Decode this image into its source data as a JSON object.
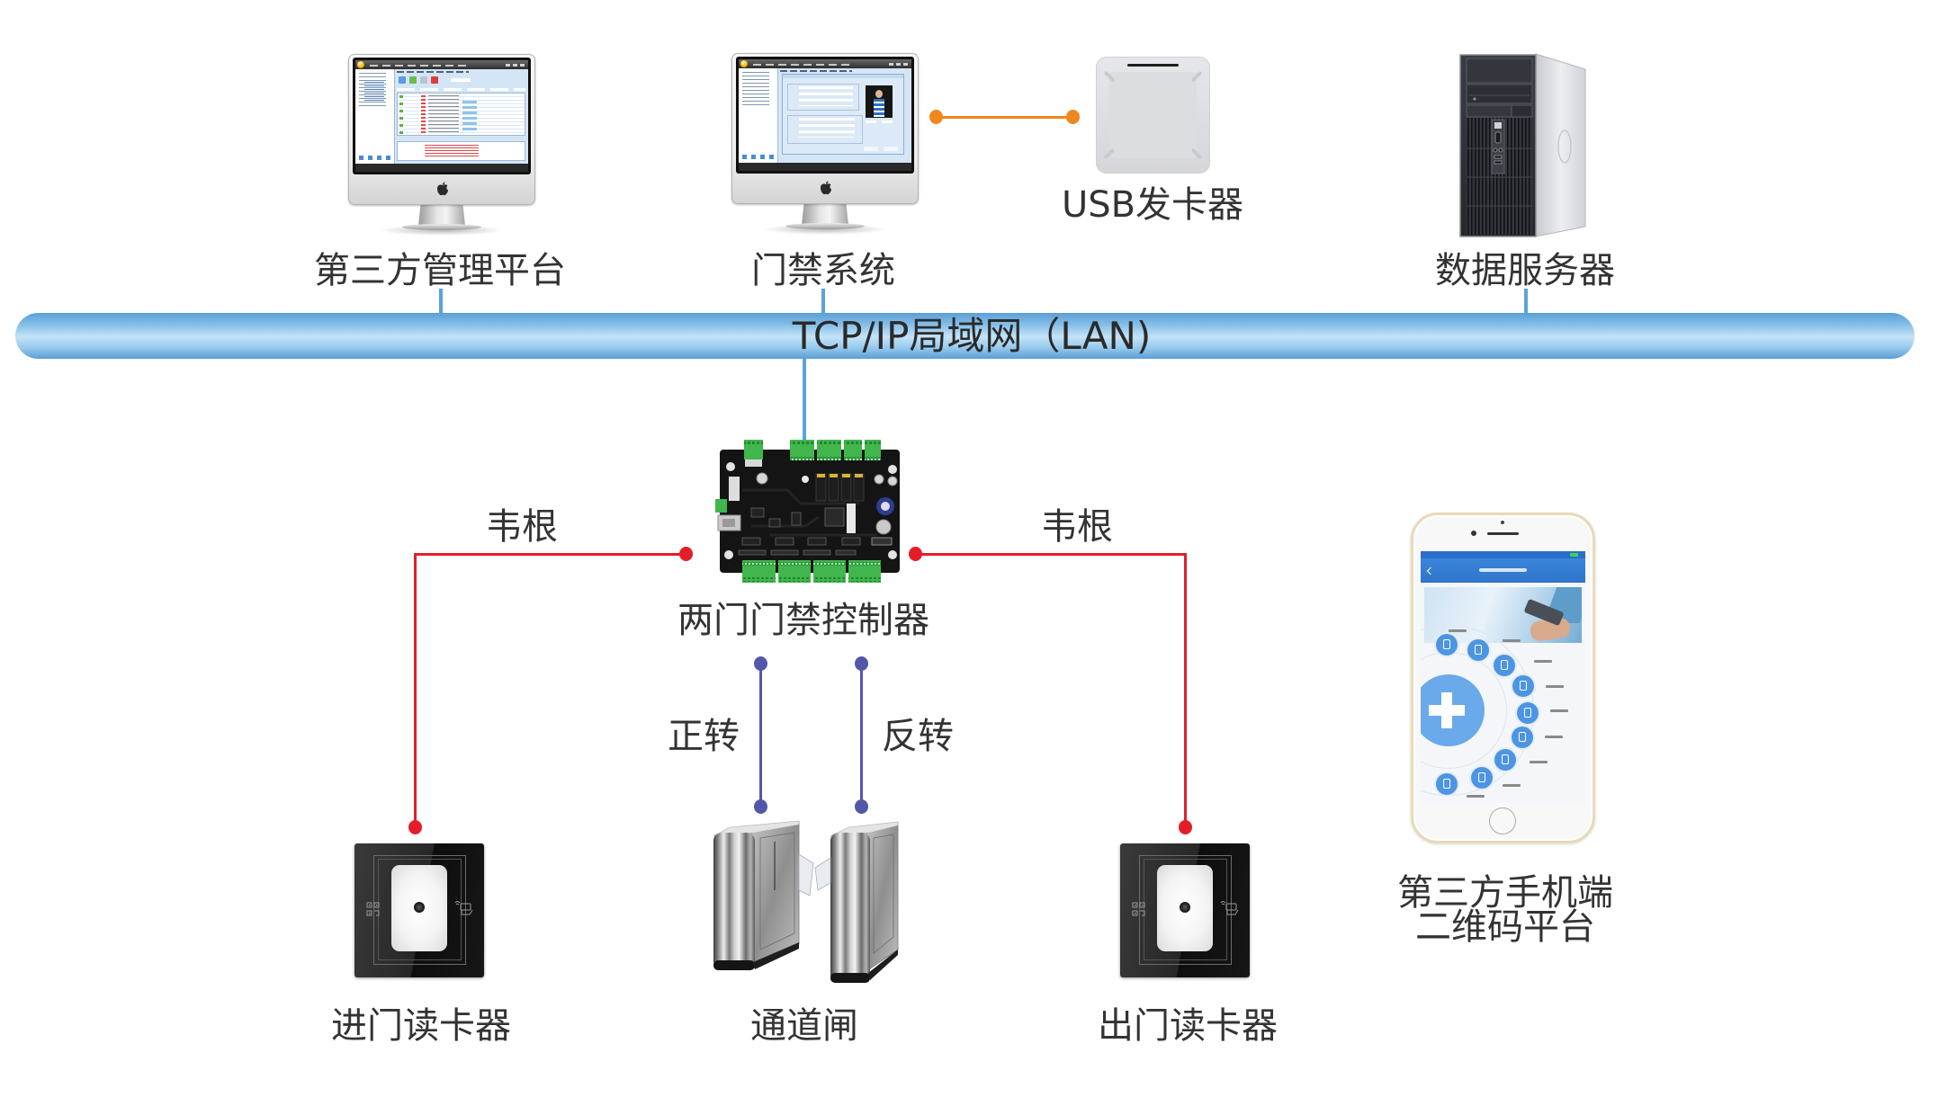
{
  "network": {
    "label": "TCP/IP局域网（LAN)"
  },
  "devices": {
    "third_party_platform": {
      "label": "第三方管理平台"
    },
    "access_control_system": {
      "label": "门禁系统"
    },
    "usb_card_issuer": {
      "label": "USB发卡器"
    },
    "data_server": {
      "label": "数据服务器"
    },
    "controller": {
      "label": "两门门禁控制器"
    },
    "entry_reader": {
      "label": "进门读卡器"
    },
    "turnstile": {
      "label": "通道闸"
    },
    "exit_reader": {
      "label": "出门读卡器"
    },
    "mobile_platform": {
      "label_lines": [
        "第三方手机端",
        "二维码平台"
      ]
    }
  },
  "connections": [
    {
      "from": "third_party_platform",
      "to": "network",
      "kind": "lan"
    },
    {
      "from": "access_control_system",
      "to": "network",
      "kind": "lan"
    },
    {
      "from": "data_server",
      "to": "network",
      "kind": "lan"
    },
    {
      "from": "controller",
      "to": "network",
      "kind": "lan"
    },
    {
      "from": "access_control_system",
      "to": "usb_card_issuer",
      "kind": "usb"
    },
    {
      "from": "controller",
      "to": "entry_reader",
      "kind": "wiegand",
      "label": "韦根"
    },
    {
      "from": "controller",
      "to": "exit_reader",
      "kind": "wiegand",
      "label": "韦根"
    },
    {
      "from": "controller",
      "to": "turnstile",
      "kind": "relay",
      "label": "正转"
    },
    {
      "from": "controller",
      "to": "turnstile",
      "kind": "relay",
      "label": "反转"
    }
  ],
  "colors": {
    "lan": "#5ba3d9",
    "wiegand": "#e31e2a",
    "relay": "#5257a8",
    "usb": "#f0871f",
    "text": "#333333"
  }
}
